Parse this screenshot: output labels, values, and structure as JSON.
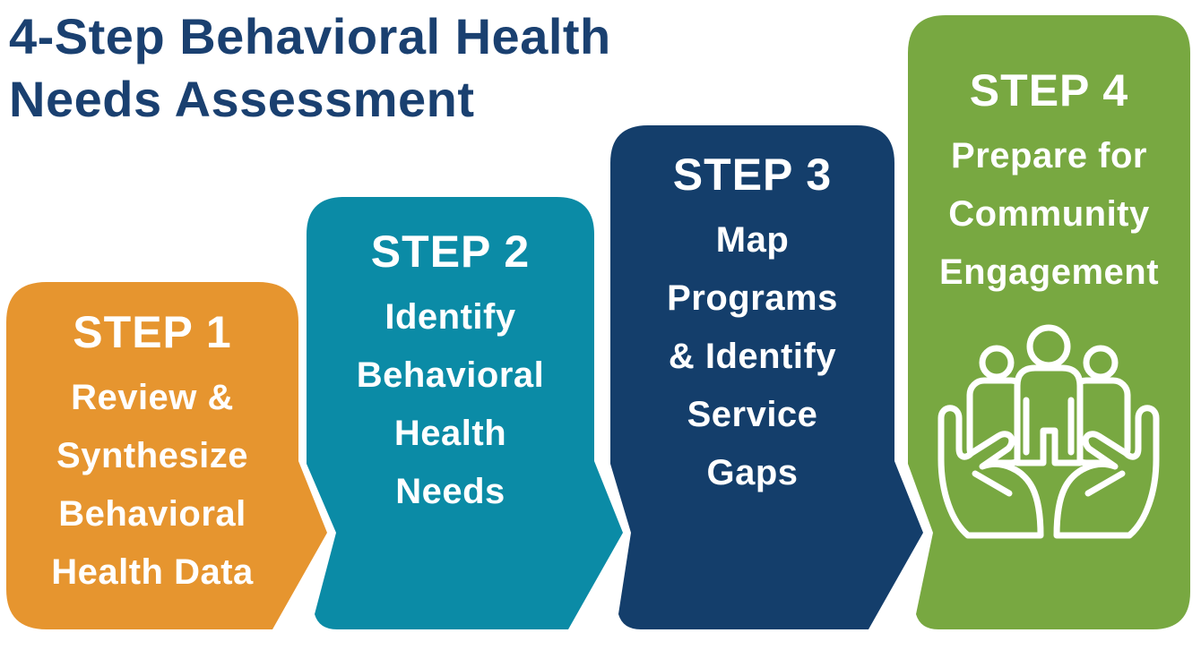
{
  "title": {
    "line1": "4-Step Behavioral Health",
    "line2": "Needs Assessment",
    "color": "#1A4070"
  },
  "text_color": "#FFFFFF",
  "steps": [
    {
      "label": "STEP 1",
      "lines": [
        "Review &",
        "Synthesize",
        "Behavioral",
        "Health Data"
      ],
      "color": "#E6952F"
    },
    {
      "label": "STEP 2",
      "lines": [
        "Identify",
        "Behavioral",
        "Health",
        "Needs"
      ],
      "color": "#0B8BA6"
    },
    {
      "label": "STEP 3",
      "lines": [
        "Map",
        "Programs",
        "& Identify",
        "Service",
        "Gaps"
      ],
      "color": "#143E6B"
    },
    {
      "label": "STEP 4",
      "lines": [
        "Prepare for",
        "Community",
        "Engagement"
      ],
      "color": "#78A841",
      "icon": "community-hands-icon"
    }
  ]
}
